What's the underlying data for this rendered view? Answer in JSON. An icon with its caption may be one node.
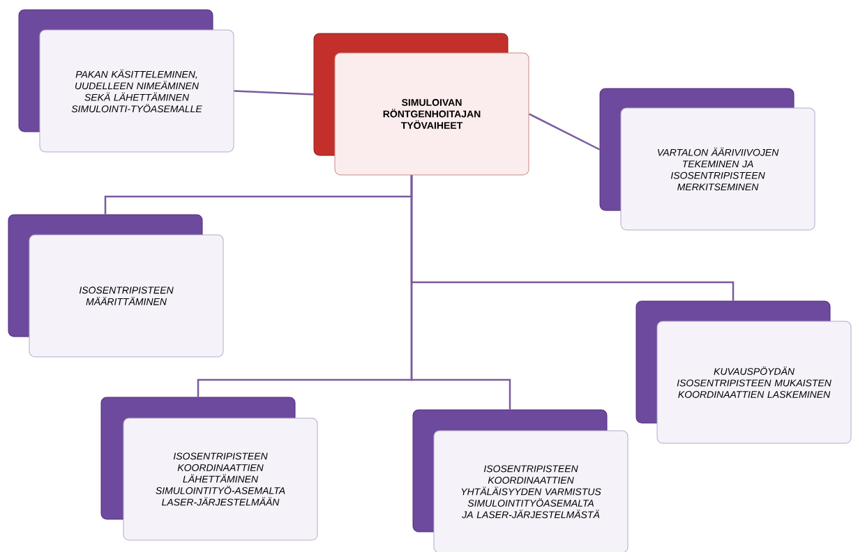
{
  "diagram": {
    "nodes": [
      {
        "text": [
          "SIMULOIVAN RÖNTGENHOITAJAN TYÖVAIHEET"
        ]
      },
      {
        "text": [
          "PAKAN KÄSITTELEMINEN, UUDELLEEN NIMEÄMINEN SEKÄ LÄHETTÄMINEN SIMULOINTI-TYÖASEMALLE"
        ]
      },
      {
        "text": [
          "VARTALON ÄÄRIVIIVOJEN TEKEMINEN JA ISOSENTRIPISTEEN MERKITSEMINEN"
        ]
      },
      {
        "text": [
          "ISOSENTRIPISTEEN MÄÄRITTÄMINEN"
        ]
      },
      {
        "text": [
          "KUVAUSPÖYDÄN ISOSENTRIPISTEEN MUKAISTEN KOORDINAATTIEN LASKEMINEN"
        ]
      },
      {
        "text": [
          "ISOSENTRIPISTEEN KOORDINAATTIEN LÄHETTÄMINEN SIMULOINTITYÖ-ASEMALTA LASER-JÄRJESTELMÄÄN"
        ]
      },
      {
        "text": [
          "ISOSENTRIPISTEEN KOORDINAATTIEN YHTÄLÄISYYDEN VARMISTUS SIMULOINTITYÖASEMALTA JA LASER-JÄRJESTELMÄSTÄ"
        ]
      }
    ],
    "edges": [
      {
        "from": 0,
        "to": 1,
        "arrow": "none"
      },
      {
        "from": 0,
        "to": 2,
        "arrow": "none"
      },
      {
        "from": 0,
        "to": 3,
        "arrow": "none"
      },
      {
        "from": 0,
        "to": 4,
        "arrow": "none"
      },
      {
        "from": 0,
        "to": 5,
        "arrow": "none"
      },
      {
        "from": 0,
        "to": 6,
        "arrow": "none"
      }
    ]
  }
}
